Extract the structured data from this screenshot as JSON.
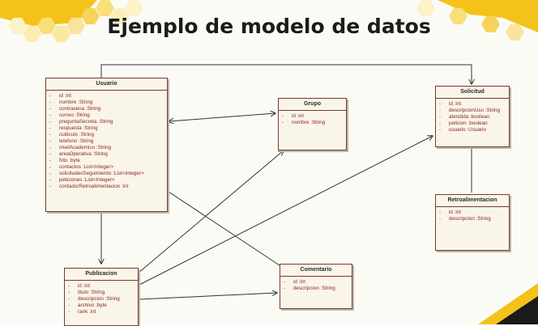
{
  "title": "Ejemplo de modelo de datos",
  "colors": {
    "accent_yellow": "#f4c21a",
    "hex_tint": "#f8df7a",
    "attr_text": "#8a1f1a",
    "box_fill": "#f9f5e9",
    "box_border": "#7a3a2a",
    "dark_corner": "#1a1a1a"
  },
  "classes": {
    "usuario": {
      "name": "Usuario",
      "attributes": [
        "id :int",
        "nombre :String",
        "contrasena :String",
        "correo :String",
        "preguntaSecreta :String",
        "respuesta :String",
        "cubiculo :String",
        "telefono :String",
        "nivelAcademico :String",
        "areaOperativa :String",
        "foto :byte",
        "contactos :List<Integer>",
        "solicitudesSeguimiento :List<Integer>",
        "peticiones :List<Integer>",
        "contadorRetroalimentacion :int"
      ]
    },
    "grupo": {
      "name": "Grupo",
      "attributes": [
        "id :int",
        "nombre :String"
      ]
    },
    "solicitud": {
      "name": "Solicitud",
      "attributes": [
        "id :int",
        "descripcionUso :String",
        "atendida :boolean",
        "peticion :boolean",
        "usuario :Usuario"
      ]
    },
    "retroalimentacion": {
      "name": "Retroalimentacion",
      "attributes": [
        "id :int",
        "descripcion :String"
      ]
    },
    "publicacion": {
      "name": "Publicacion",
      "attributes": [
        "id :int",
        "titulo :String",
        "descripcion :String",
        "archivo :byte",
        "rank :int"
      ]
    },
    "comentario": {
      "name": "Comentario",
      "attributes": [
        "id :int",
        "descripcion :String"
      ]
    }
  }
}
